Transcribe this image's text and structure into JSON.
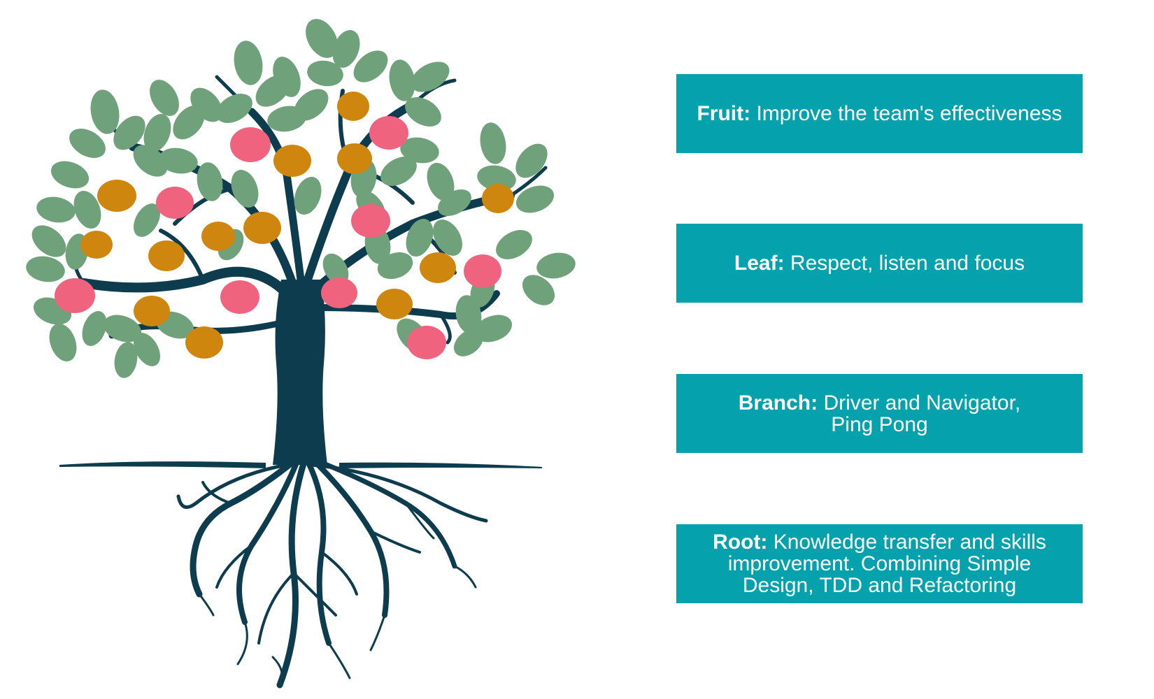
{
  "labels": {
    "fruit": {
      "term": "Fruit:",
      "text": " Improve the team's effectiveness"
    },
    "leaf": {
      "term": "Leaf:",
      "text": " Respect, listen and focus"
    },
    "branch": {
      "term": "Branch:",
      "text": " Driver and Navigator,\nPing Pong"
    },
    "root": {
      "term": "Root:",
      "text": " Knowledge transfer and skills\nimprovement. Combining Simple\nDesign, TDD and Refactoring"
    }
  },
  "colors": {
    "trunk": "#0d3c4e",
    "leaf": "#6fa17a",
    "fruit_pink": "#f0637f",
    "fruit_gold": "#cf860f",
    "box": "#05a1ad",
    "box_text": "#ffffff"
  },
  "icons": [
    "tree-icon",
    "apple-icon",
    "leaf-icon",
    "root-icon"
  ]
}
